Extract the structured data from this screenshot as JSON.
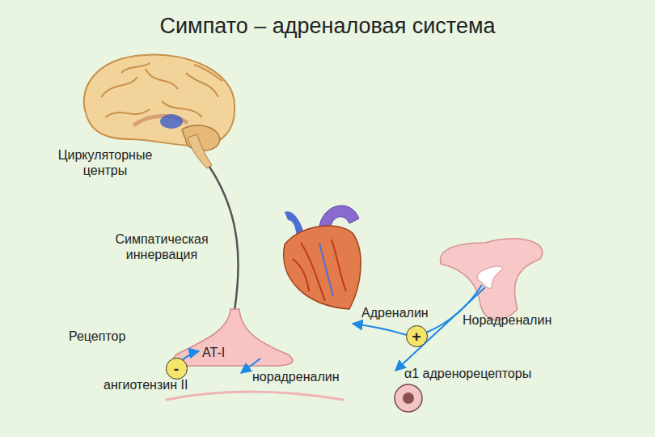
{
  "diagram": {
    "title": "Симпато – адреналовая система",
    "nodes": [
      {
        "text": [
          "+"
        ]
      },
      {
        "text": [
          "-"
        ]
      }
    ],
    "labels": [
      "Циркуляторные центры",
      "Симпатическая иннервация",
      "Адреналин",
      "Норадреналин",
      "Рецептор",
      "AT-I",
      "ангиотензин II",
      "норадреналин",
      "α1 адренорецепторы"
    ]
  }
}
